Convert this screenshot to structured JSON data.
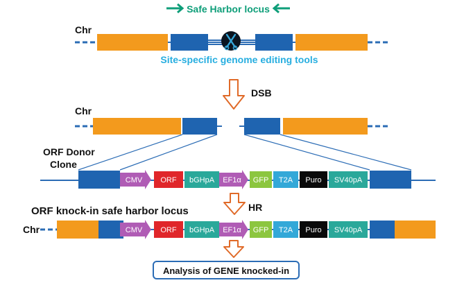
{
  "header": {
    "title": "Safe Harbor locus",
    "subtitle": "Site-specific genome editing tools"
  },
  "labels": {
    "chr_top": "Chr",
    "chr_cut": "Chr",
    "donor_line1": "ORF Donor",
    "donor_line2": "Clone",
    "knockin_title": "ORF knock-in safe harbor locus",
    "chr_final": "Chr",
    "dsb": "DSB",
    "hr": "HR"
  },
  "cassette": [
    {
      "label": "CMV",
      "color": "#b05cb5"
    },
    {
      "label": "ORF",
      "color": "#e0262a"
    },
    {
      "label": "bGHpA",
      "color": "#2aa89a"
    },
    {
      "label": "EF1α",
      "color": "#b05cb5"
    },
    {
      "label": "GFP",
      "color": "#8cc63f"
    },
    {
      "label": "T2A",
      "color": "#33a8d8"
    },
    {
      "label": "Puro",
      "color": "#0a0a0a"
    },
    {
      "label": "SV40pA",
      "color": "#2aa89a"
    }
  ],
  "analysis": {
    "label": "Analysis of GENE knocked-in"
  },
  "colors": {
    "orange_segment": "#f39a1d",
    "blue_segment": "#1f64b0",
    "chromosome_line": "#2b6cb5",
    "title_green": "#0e9e79",
    "subtitle_cyan": "#27aee0",
    "arrow_outline": "#e06a28"
  }
}
